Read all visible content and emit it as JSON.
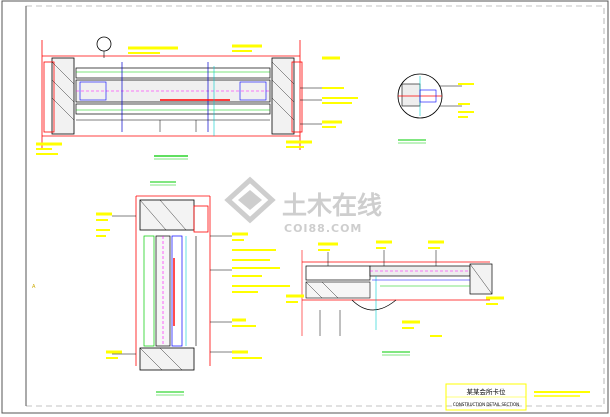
{
  "watermark": {
    "brand": "土木在线",
    "url": "COI88.COM"
  },
  "title_block": {
    "main": "某某会所卡位",
    "sub": "CONSTRUCTION DETAIL SECTION"
  },
  "side_marker": "A",
  "colors": {
    "red": "#ff0000",
    "yellow": "#ffff00",
    "green": "#00cc00",
    "cyan": "#00cccc",
    "magenta": "#ff00ff",
    "blue": "#0000ff",
    "black": "#000000",
    "watermark": "#c9c9c9",
    "frame": "#555555"
  }
}
